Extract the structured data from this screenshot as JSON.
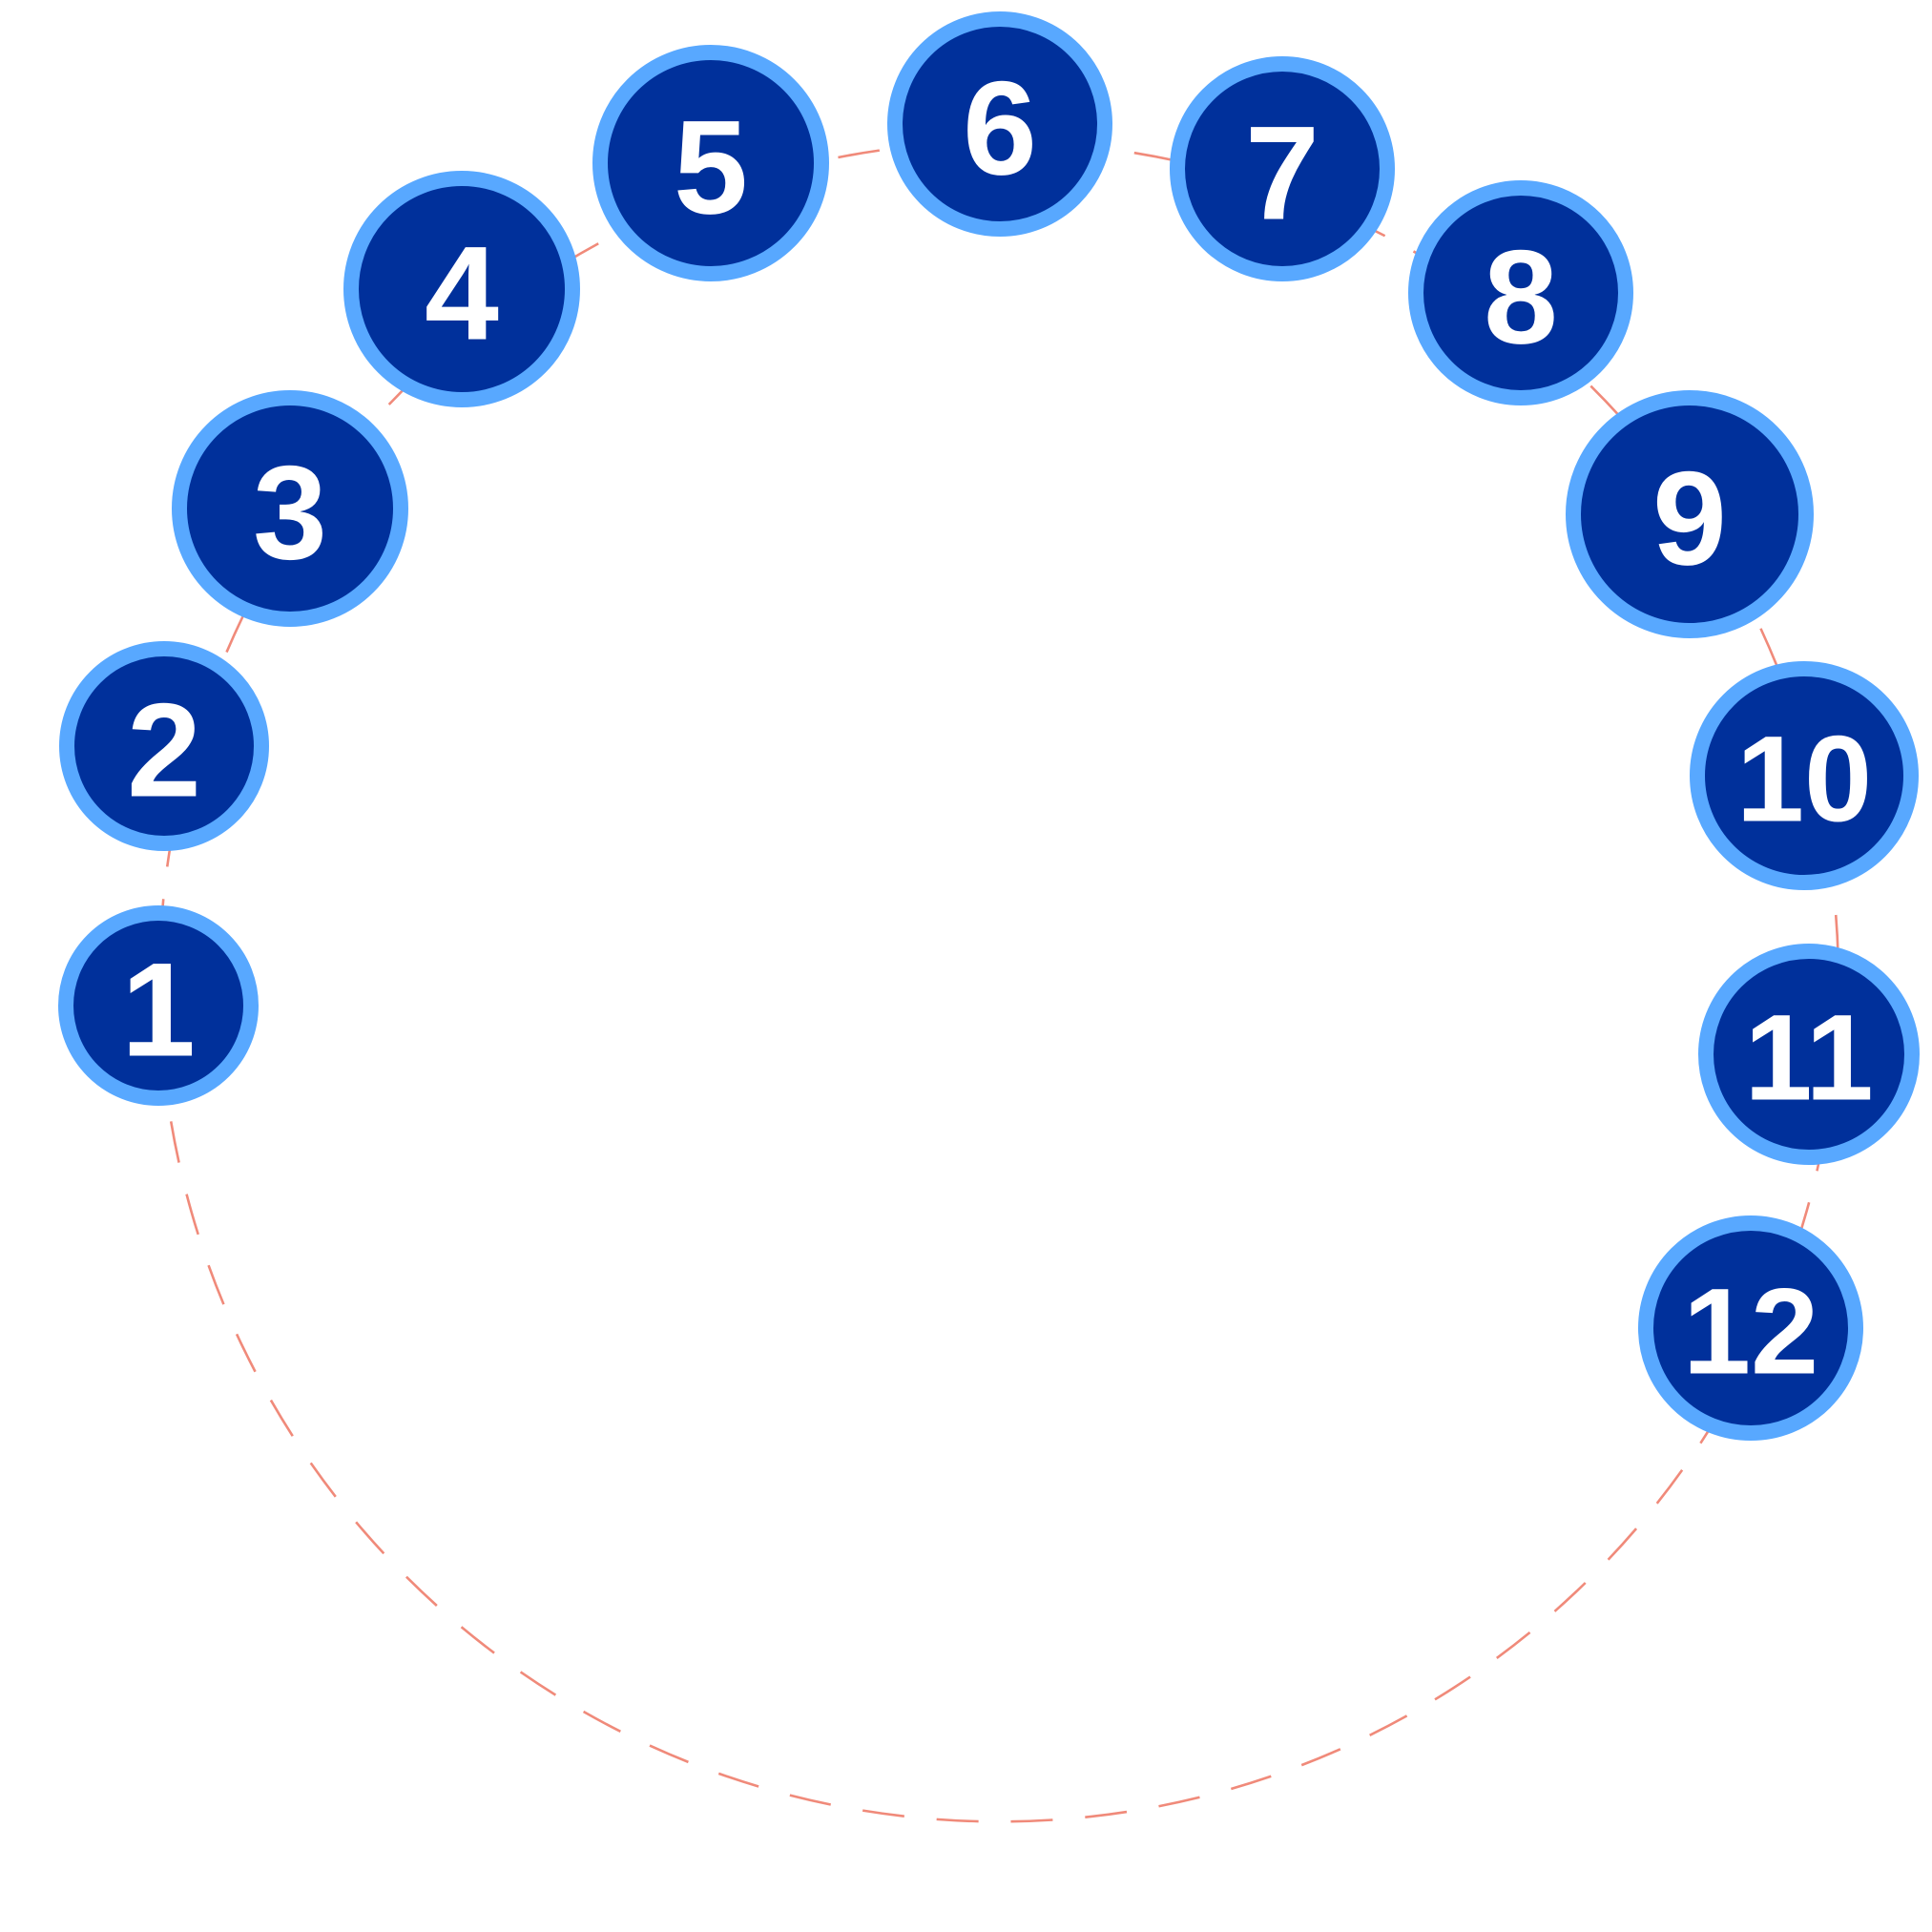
{
  "colors": {
    "background": "#ffffff",
    "node_fill": "#00309b",
    "node_outline": "#58a8ff",
    "label": "#ffffff",
    "ring_dash": "#f08a7a"
  },
  "nodes": [
    {
      "label": "1"
    },
    {
      "label": "2"
    },
    {
      "label": "3"
    },
    {
      "label": "4"
    },
    {
      "label": "5"
    },
    {
      "label": "6"
    },
    {
      "label": "7"
    },
    {
      "label": "8"
    },
    {
      "label": "9"
    },
    {
      "label": "10"
    },
    {
      "label": "11"
    },
    {
      "label": "12"
    }
  ]
}
